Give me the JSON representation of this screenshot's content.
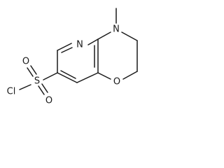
{
  "structure": {
    "atoms": {
      "cl": "Cl",
      "s": "S",
      "o_top": "O",
      "o_bottom": "O",
      "o_ring": "O",
      "n_pyridine": "N",
      "n_amine": "N"
    }
  }
}
